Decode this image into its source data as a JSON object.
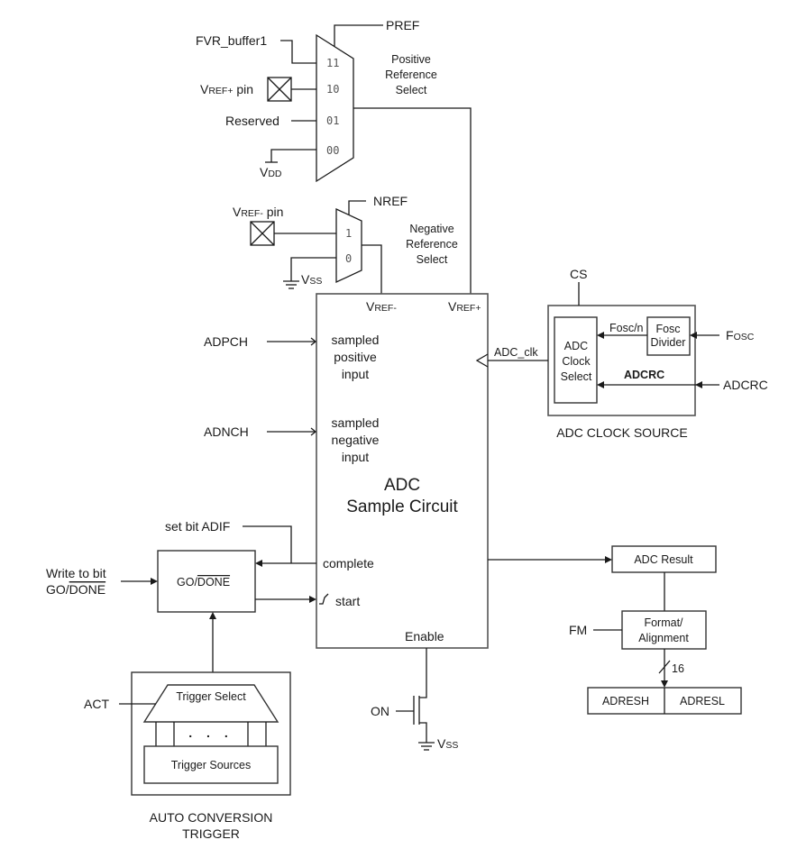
{
  "positive_mux": {
    "title_lines": [
      "Positive",
      "Reference",
      "Select"
    ],
    "control": "PREF",
    "inputs": [
      {
        "label": "FVR_buffer1",
        "code": "11"
      },
      {
        "label_main": "V",
        "label_sub": "REF+",
        "label_tail": " pin",
        "code": "10"
      },
      {
        "label": "Reserved",
        "code": "01"
      },
      {
        "label_main": "V",
        "label_sub": "DD",
        "code": "00"
      }
    ]
  },
  "negative_mux": {
    "title_lines": [
      "Negative",
      "Reference",
      "Select"
    ],
    "control": "NREF",
    "inputs": [
      {
        "label_main": "V",
        "label_sub": "REF-",
        "label_tail": " pin",
        "code": "1"
      },
      {
        "label_main": "V",
        "label_sub": "SS",
        "code": "0"
      }
    ]
  },
  "adc": {
    "vref_minus": {
      "main": "V",
      "sub": "REF-"
    },
    "vref_plus": {
      "main": "V",
      "sub": "REF+"
    },
    "positive_input_lines": [
      "sampled",
      "positive",
      "input"
    ],
    "negative_input_lines": [
      "sampled",
      "negative",
      "input"
    ],
    "title_lines": [
      "ADC",
      "Sample Circuit"
    ],
    "complete": "complete",
    "start": "start",
    "enable": "Enable",
    "adpch": "ADPCH",
    "adnch": "ADNCH"
  },
  "clock": {
    "cs": "CS",
    "adc_clk": "ADC_clk",
    "select_lines": [
      "ADC",
      "Clock",
      "Select"
    ],
    "divider_lines": [
      "Fosc",
      "Divider"
    ],
    "fosc_n": "Fosc/n",
    "fosc_input": {
      "main": "F",
      "sub": "OSC"
    },
    "adcrc_inner": "ADCRC",
    "adcrc_input": "ADCRC",
    "caption": "ADC CLOCK SOURCE"
  },
  "go_done": {
    "box_prefix": "GO/",
    "box_overline": "DONE",
    "write_line1": "Write to bit",
    "write_prefix": "GO/",
    "write_overline": "DONE",
    "set_adif": "set bit ADIF"
  },
  "trigger": {
    "act": "ACT",
    "select": "Trigger Select",
    "dots": ". . .",
    "sources": "Trigger Sources",
    "caption_lines": [
      "AUTO CONVERSION",
      "TRIGGER"
    ]
  },
  "enable_switch": {
    "on": "ON",
    "vss": {
      "main": "V",
      "sub": "SS"
    }
  },
  "result": {
    "adc_result": "ADC Result",
    "fm": "FM",
    "format_lines": [
      "Format/",
      "Alignment"
    ],
    "bus_width": "16",
    "adresh": "ADRESH",
    "adresl": "ADRESL"
  }
}
